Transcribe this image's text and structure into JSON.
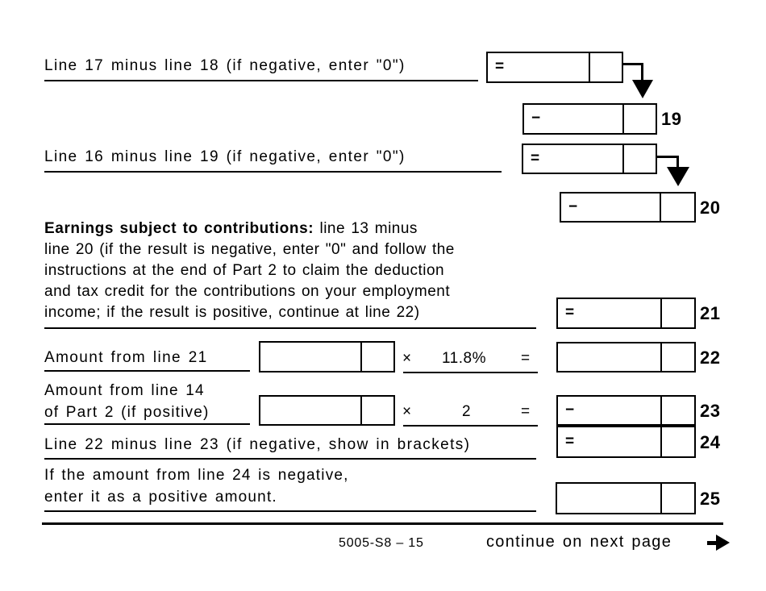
{
  "form": {
    "row_17_18": {
      "label": "Line 17 minus line 18 (if negative, enter \"0\")",
      "box_operator": "="
    },
    "line_19": {
      "box_operator": "−",
      "number": "19"
    },
    "row_16_19": {
      "label": "Line 16 minus line 19 (if negative, enter \"0\")",
      "box_operator": "="
    },
    "line_20": {
      "box_operator": "−",
      "number": "20"
    },
    "earnings_paragraph": {
      "bold_lead": "Earnings subject to contributions:",
      "line1_rest": " line 13 minus",
      "line2": "line 20 (if the result is negative, enter \"0\" and follow the",
      "line3": "instructions at the end of Part 2 to claim the deduction",
      "line4": "and tax credit for the contributions on your employment",
      "line5": "income; if the result is positive, continue at line 22)"
    },
    "line_21": {
      "box_operator": "=",
      "number": "21"
    },
    "row_22": {
      "label": "Amount from line 21",
      "multiply_sign": "×",
      "factor": "11.8%",
      "equals_sign": "=",
      "number": "22"
    },
    "row_23": {
      "label_line1": "Amount from line 14",
      "label_line2": "of Part 2 (if positive)",
      "multiply_sign": "×",
      "factor": "2",
      "equals_sign": "=",
      "box_operator": "−",
      "number": "23"
    },
    "row_24": {
      "label": "Line 22 minus line 23 (if negative, show in brackets)",
      "box_operator": "=",
      "number": "24"
    },
    "row_25": {
      "label_line1": "If the amount from line 24 is negative,",
      "label_line2": "enter it as a positive amount.",
      "number": "25"
    }
  },
  "footer": {
    "form_code": "5005-S8 – 15",
    "continue_text": "continue on next page"
  },
  "colors": {
    "ink": "#000000",
    "background": "#ffffff"
  }
}
